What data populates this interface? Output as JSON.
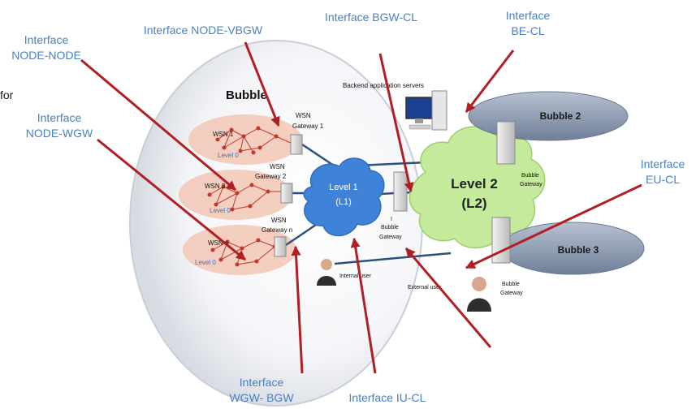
{
  "colors": {
    "label_blue": "#4a7fc1",
    "arrow_red": "#b01f24",
    "cloud_blue": "#3f83d8",
    "cloud_green": "#c5ea9b",
    "bubble_pink": "#f3c9b8",
    "bubble_gray": "#8e9bb0"
  },
  "interface_labels": {
    "node_node": {
      "line1": "Interface",
      "line2": "NODE-NODE"
    },
    "node_vbgw": {
      "line1": "Interface NODE-VBGW"
    },
    "bgw_cl": {
      "line1": "Interface BGW-CL"
    },
    "be_cl": {
      "line1": "Interface",
      "line2": "BE-CL"
    },
    "node_wgw": {
      "line1": "Interface",
      "line2": "NODE-WGW"
    },
    "eu_cl": {
      "line1": "Interface",
      "line2": "EU-CL"
    },
    "wgw_bgw": {
      "line1": "Interface",
      "line2": "WGW- BGW"
    },
    "iu_cl": {
      "line1": "Interface IU-CL"
    }
  },
  "clipped_text": "for",
  "diagram": {
    "bubble_title": "Bubble",
    "wsn_1": "WSN 1",
    "wsn_2": "WSN 2",
    "wsn_n": "WSN n",
    "level0": "Level 0",
    "gw_wsn": "WSN",
    "gw1": "Gateway 1",
    "gw2": "Gateway 2",
    "gwn": "Gateway n",
    "level1": "Level 1",
    "level1_sub": "(L1)",
    "level2": "Level 2",
    "level2_sub": "(L2)",
    "backend": "Backend application servers",
    "bubble2": "Bubble 2",
    "bubble3": "Bubble 3",
    "bubble_word": "Bubble",
    "gateway_word": "Gateway",
    "bubble_i": "I",
    "internal_user": "Internal user",
    "external_user": "External user"
  }
}
